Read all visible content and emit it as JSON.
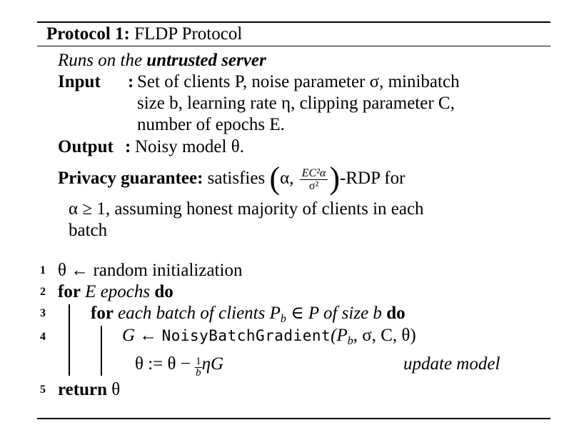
{
  "header": {
    "label": "Protocol 1:",
    "name": "FLDP Protocol"
  },
  "runs_on": {
    "prefix": "Runs on the",
    "emph": "untrusted server"
  },
  "input": {
    "label": "Input",
    "colon": ":",
    "lines": [
      "Set of clients P, noise parameter σ, minibatch",
      "size b, learning rate η, clipping parameter C,",
      "number of epochs E."
    ]
  },
  "output": {
    "label": "Output",
    "colon": ":",
    "text": "Noisy model θ."
  },
  "privacy": {
    "label": "Privacy guarantee:",
    "text_before": "satisfies",
    "alpha": "α,",
    "frac_num": "EC²α",
    "frac_den": "σ²",
    "text_after": "-RDP for",
    "line2": "α ≥ 1, assuming honest majority of clients in each",
    "line3": "batch"
  },
  "algorithm": {
    "lines": [
      {
        "num": "1",
        "text": "θ ← random initialization"
      },
      {
        "num": "2",
        "kw1": "for",
        "it": "E epochs",
        "kw2": "do"
      },
      {
        "num": "3",
        "kw1": "for",
        "it_pre": "each batch of clients",
        "math": "P",
        "sub": "b",
        "it_post": "∈ P of size b",
        "kw2": "do"
      },
      {
        "num": "4",
        "lhs": "G ←",
        "func": "NoisyBatchGradient",
        "args_pre": "(P",
        "args_sub": "b",
        "args_post": ", σ, C, θ)"
      },
      {
        "num": "",
        "pre": "θ := θ −",
        "frac_num": "1",
        "frac_den": "b",
        "post": "ηG",
        "comment": "update model"
      },
      {
        "num": "5",
        "kw": "return",
        "text": "θ"
      }
    ]
  }
}
